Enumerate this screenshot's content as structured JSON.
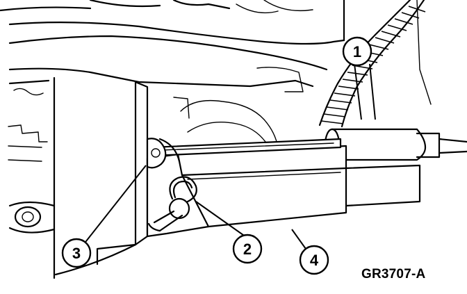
{
  "figure": {
    "id_label": "GR3707-A"
  },
  "callouts": [
    {
      "number": "1"
    },
    {
      "number": "2"
    },
    {
      "number": "3"
    },
    {
      "number": "4"
    }
  ]
}
